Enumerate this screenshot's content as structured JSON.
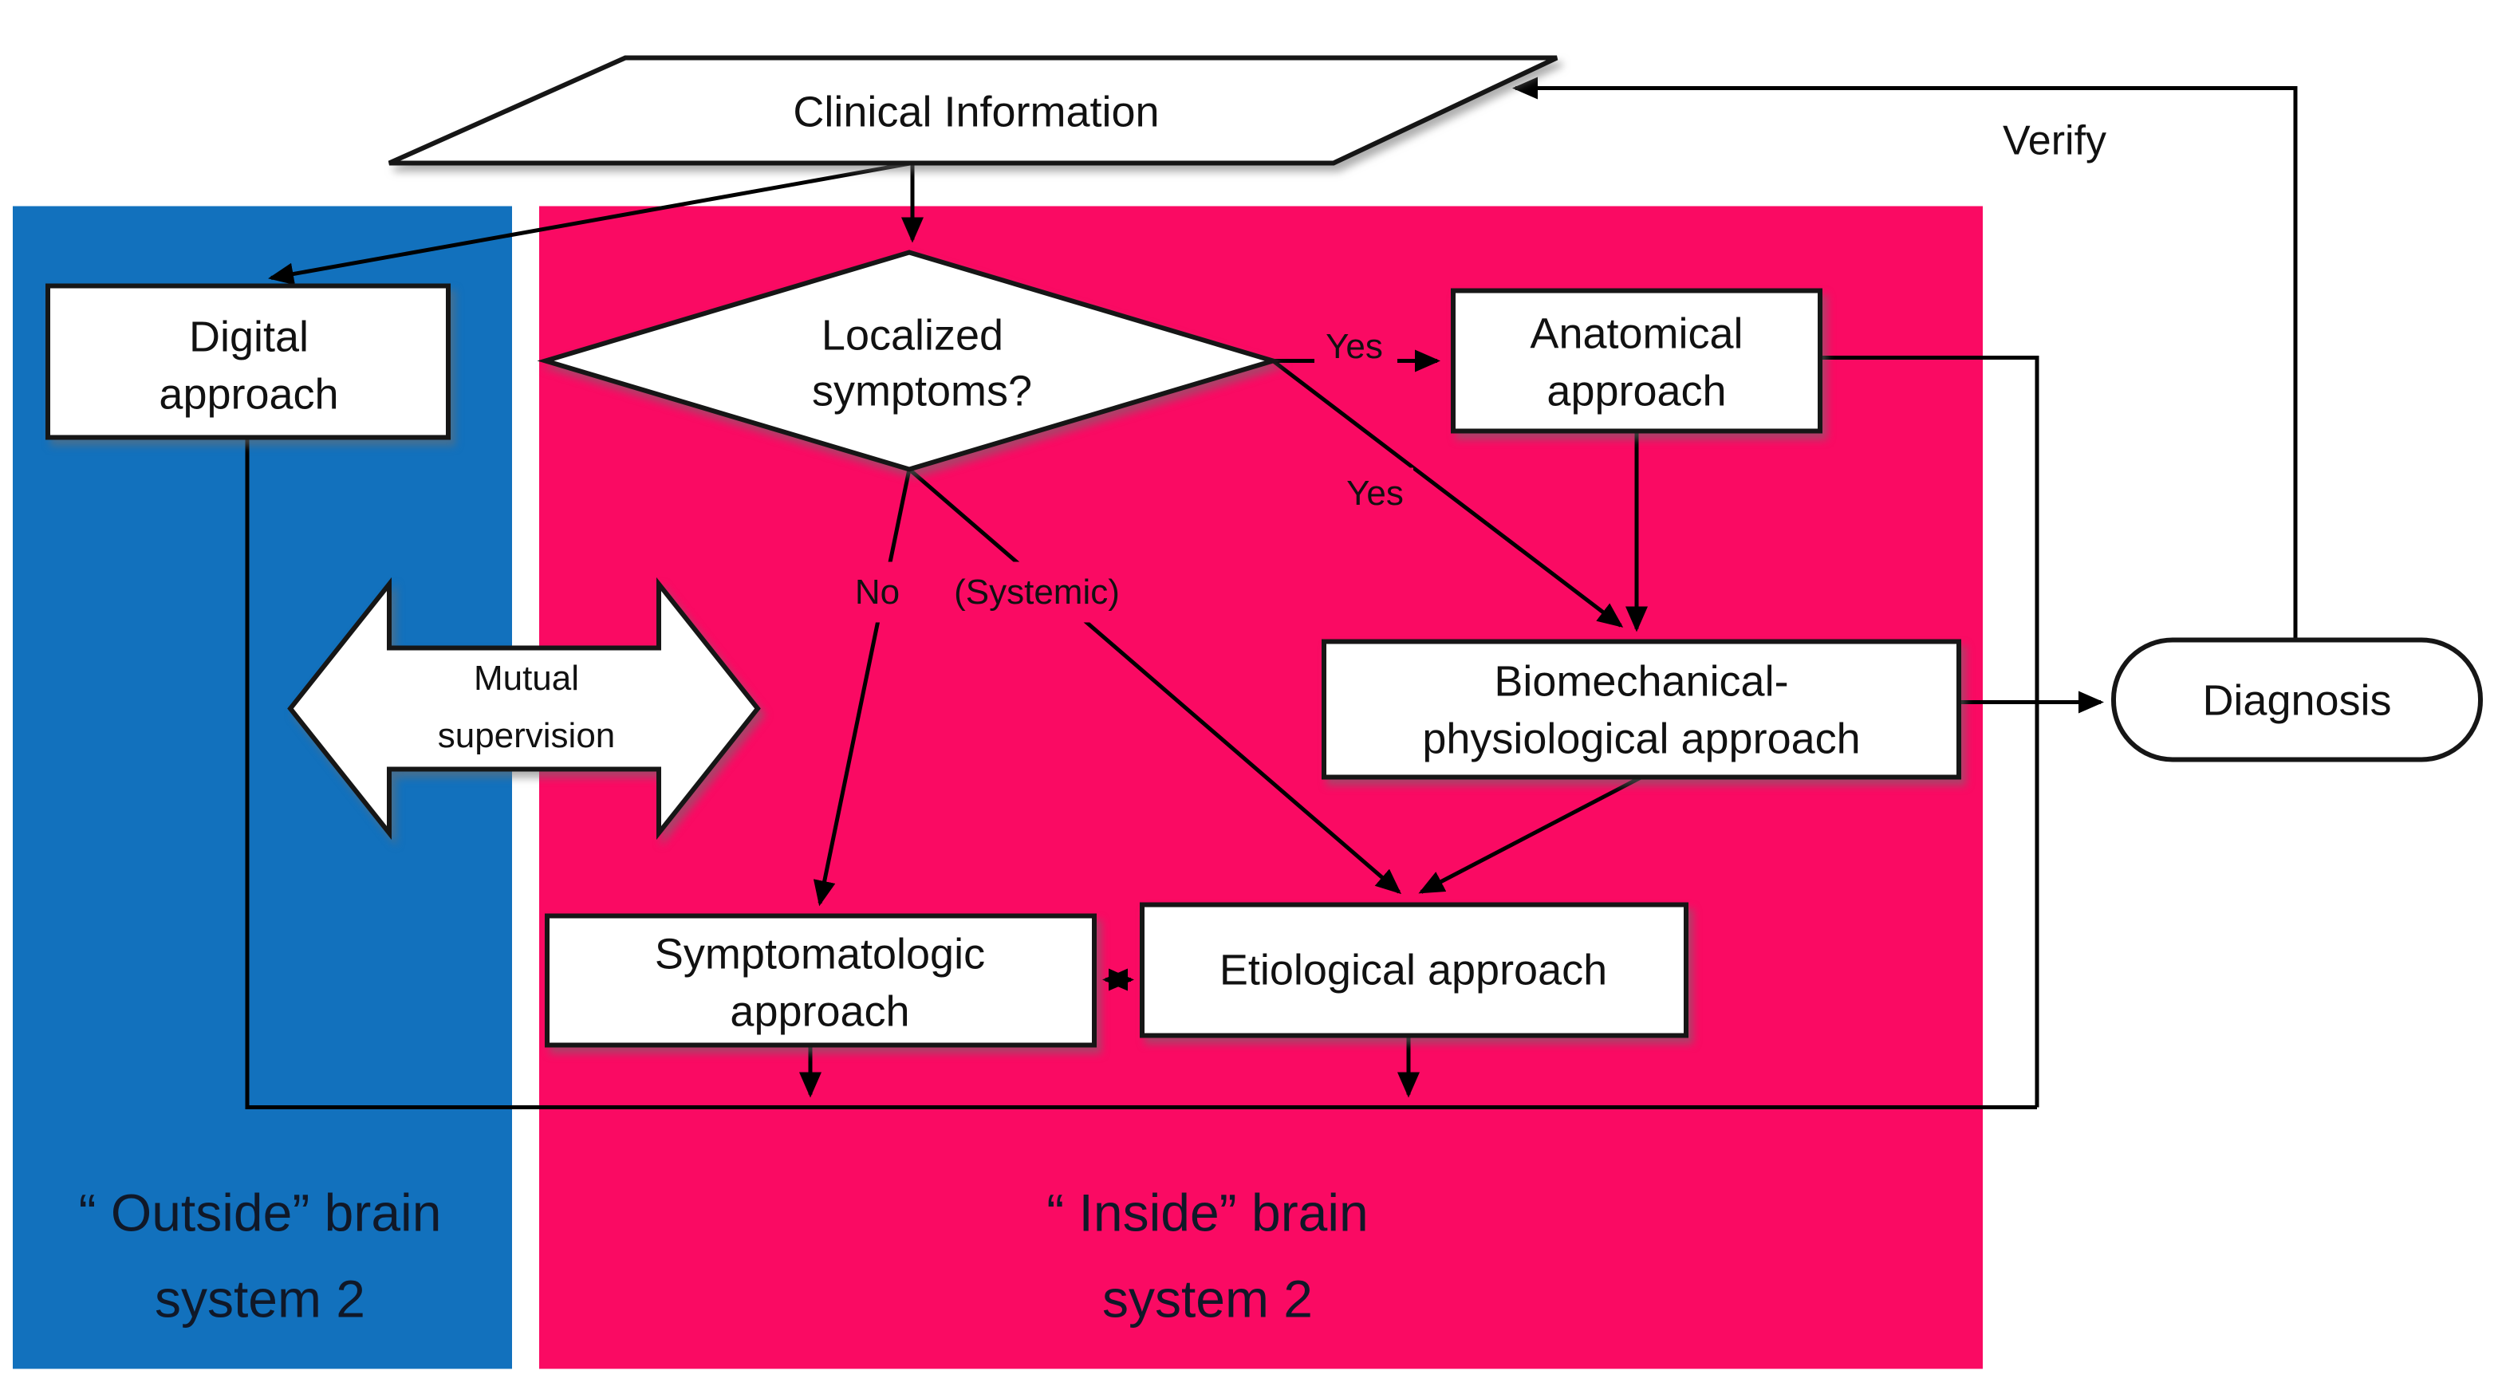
{
  "figure": {
    "type": "flowchart",
    "description": "Diagnostic reasoning flowchart with outside/inside brain system 2 regions"
  },
  "colors": {
    "outside_region_blue": "#1271BD",
    "inside_region_pink": "#FA0A63",
    "shape_fill": "#FFFFFF",
    "line_color": "#000000"
  },
  "regions": {
    "outside": {
      "label_line1": "“ Outside” brain",
      "label_line2": "system 2"
    },
    "inside": {
      "label_line1": "“ Inside” brain",
      "label_line2": "system 2"
    }
  },
  "nodes": {
    "clinical_information": {
      "label": "Clinical Information",
      "shape": "parallelogram"
    },
    "digital": {
      "line1": "Digital",
      "line2": "approach",
      "shape": "rectangle"
    },
    "localized": {
      "line1": "Localized",
      "line2": "symptoms?",
      "shape": "diamond"
    },
    "anatomical": {
      "line1": "Anatomical",
      "line2": "approach",
      "shape": "rectangle"
    },
    "biomechanical": {
      "line1": "Biomechanical-",
      "line2": "physiological approach",
      "shape": "rectangle"
    },
    "symptomatologic": {
      "line1": "Symptomatologic",
      "line2": "approach",
      "shape": "rectangle"
    },
    "etiological": {
      "label": "Etiological approach",
      "shape": "rectangle"
    },
    "diagnosis": {
      "label": "Diagnosis",
      "shape": "stadium"
    }
  },
  "edge_labels": {
    "yes_to_anatomical": "Yes",
    "yes_to_biomechanical": "Yes",
    "no": "No",
    "systemic": "(Systemic)",
    "verify": "Verify",
    "mutual_line1": "Mutual",
    "mutual_line2": "supervision"
  }
}
